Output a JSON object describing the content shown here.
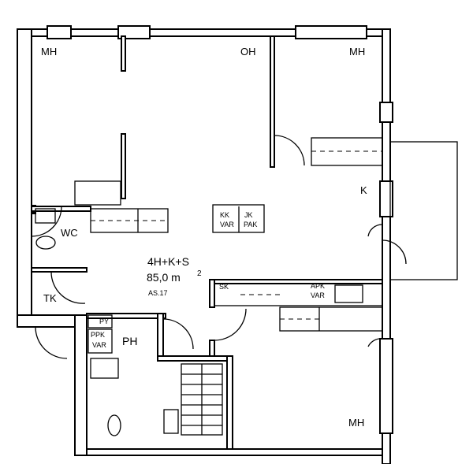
{
  "plan": {
    "summary": {
      "type": "4H+K+S",
      "area": "85,0",
      "unit": "m",
      "unit_exp": "2",
      "apartment": "AS.17"
    },
    "rooms": {
      "mh_top_left": "MH",
      "oh": "OH",
      "mh_top_right": "MH",
      "k": "K",
      "wc": "WC",
      "tk": "TK",
      "ph": "PH",
      "mh_bottom": "MH"
    },
    "fixtures": {
      "kk": "KK",
      "kk_var": "VAR",
      "jk": "JK",
      "jk_pak": "PAK",
      "sk": "SK",
      "apk": "APK",
      "apk_var": "VAR",
      "py": "PY",
      "ppk": "PPK",
      "ppk_var": "VAR"
    },
    "colors": {
      "line": "#000000",
      "background": "#ffffff"
    }
  }
}
